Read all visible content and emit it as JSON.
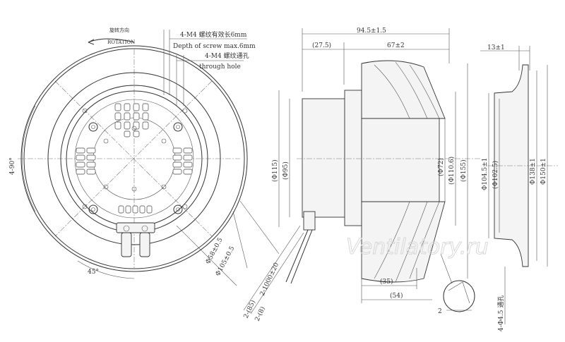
{
  "front_view": {
    "rotation_cn": "旋转方向",
    "rotation_en": "ROTATION",
    "hole_cn_1": "4-M4 螺纹有效长6mm",
    "hole_en_1": "Depth of screw max.6mm",
    "hole_cn_2": "4-M4 螺纹通孔",
    "hole_en_2": "through hole",
    "angle_left": "4-90°",
    "angle_bottom": "45°",
    "dia_58": "Φ58±0.5",
    "dia_105": "Φ105±0.5",
    "cable_length": "2-1000±20",
    "cable_85": "2-(85)",
    "cable_8": "2-(8)"
  },
  "side_view": {
    "dim_total": "94.5±1.5",
    "dim_27": "(27.5)",
    "dim_67": "67±2",
    "dia_115": "(Φ115)",
    "dia_95": "(Φ95)",
    "dia_72": "(Φ72)",
    "dia_110": "(Φ110.6)",
    "dia_155": "(Φ155)",
    "dim_35": "(35)",
    "dim_54": "(54)"
  },
  "ring_view": {
    "dim_13": "13±1",
    "dia_104": "Φ104.5±1",
    "dia_102": "(Φ102.5)",
    "dia_138": "Φ138±1",
    "dia_150": "Φ150±1",
    "dim_2": "2",
    "holes": "4-Φ4.5 通孔"
  },
  "watermark": "Ventilatory.ru"
}
